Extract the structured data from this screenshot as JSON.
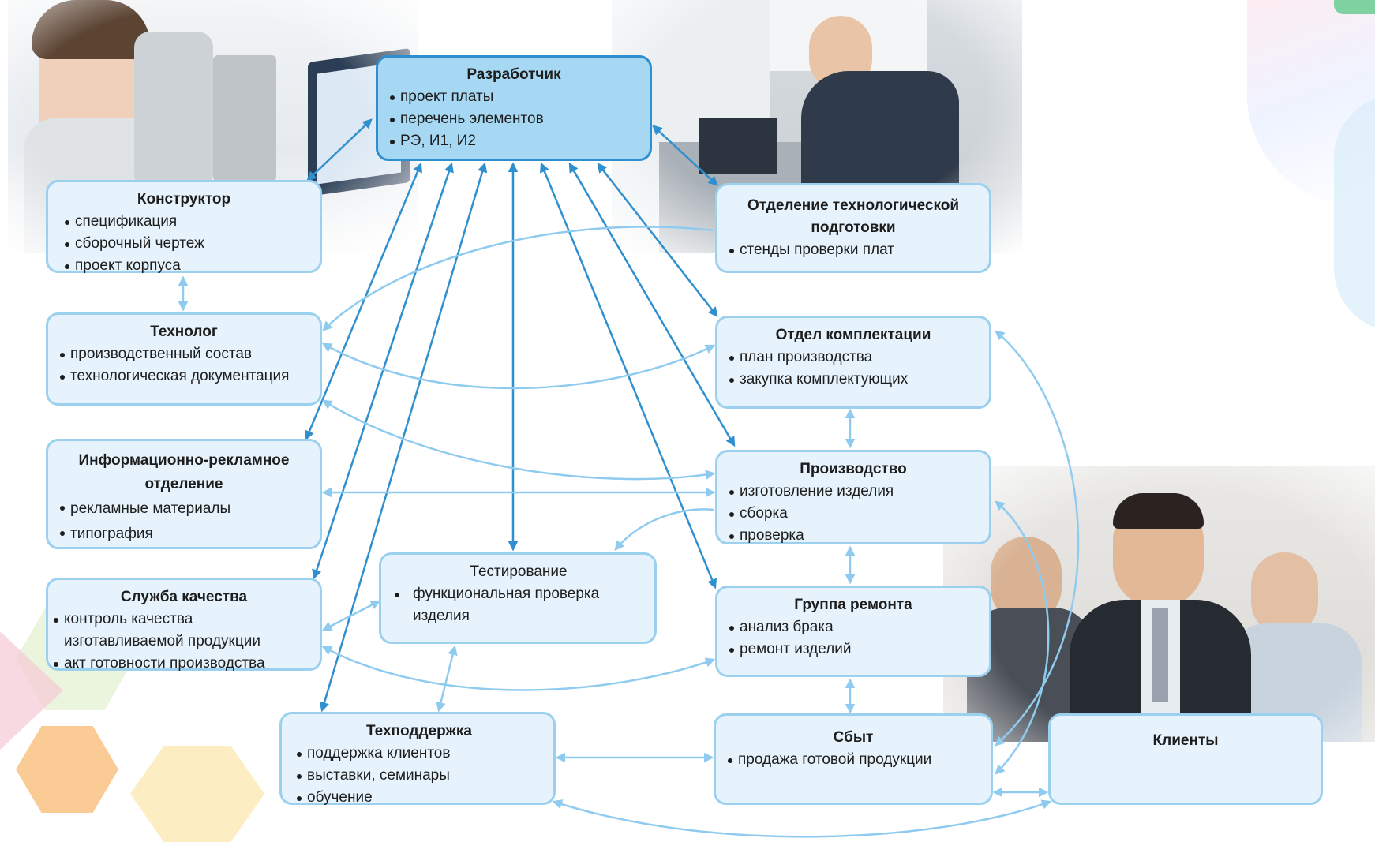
{
  "diagram": {
    "developer": {
      "title": "Разработчик",
      "items": [
        "проект платы",
        "перечень  элементов",
        "РЭ, И1, И2"
      ]
    },
    "designer": {
      "title": "Конструктор",
      "items": [
        "спецификация",
        "сборочный чертеж",
        "проект корпуса"
      ]
    },
    "tech_prep": {
      "title_line1": "Отделение технологической",
      "title_line2": "подготовки",
      "items": [
        "стенды проверки плат"
      ]
    },
    "technologist": {
      "title": "Технолог",
      "items": [
        "производственный состав",
        "технологическая документация"
      ]
    },
    "procurement": {
      "title": "Отдел комплектации",
      "items": [
        "план производства",
        "закупка комплектующих"
      ]
    },
    "advertising": {
      "title_line1": "Информационно-рекламное",
      "title_line2": "отделение",
      "items": [
        "рекламные материалы",
        "типография"
      ]
    },
    "production": {
      "title": "Производство",
      "items": [
        "изготовление изделия",
        "сборка",
        "проверка"
      ]
    },
    "testing": {
      "title": "Тестирование",
      "item_line1": "функциональная проверка",
      "item_line2": "изделия"
    },
    "quality": {
      "title": "Служба качества",
      "item1_line1": "контроль качества",
      "item1_line2": "изготавливаемой продукции",
      "item2": "акт готовности производства"
    },
    "repair": {
      "title": "Группа ремонта",
      "items": [
        "анализ брака",
        "ремонт изделий"
      ]
    },
    "support": {
      "title": "Техподдержка",
      "items": [
        "поддержка клиентов",
        "выставки, семинары",
        "обучение"
      ]
    },
    "sales": {
      "title": "Сбыт",
      "items": [
        "продажа готовой продукции"
      ]
    },
    "clients": {
      "title": "Клиенты"
    }
  },
  "colors": {
    "main_arrow": "#2f8fcf",
    "secondary_arrow": "#8fcbef",
    "node_fill": "#e6f3fc",
    "node_border": "#9cd0ef",
    "main_fill": "#a6d8f4"
  },
  "photos": [
    "call-center-operator-photo",
    "engineer-at-workbench-photo",
    "happy-team-photo"
  ]
}
